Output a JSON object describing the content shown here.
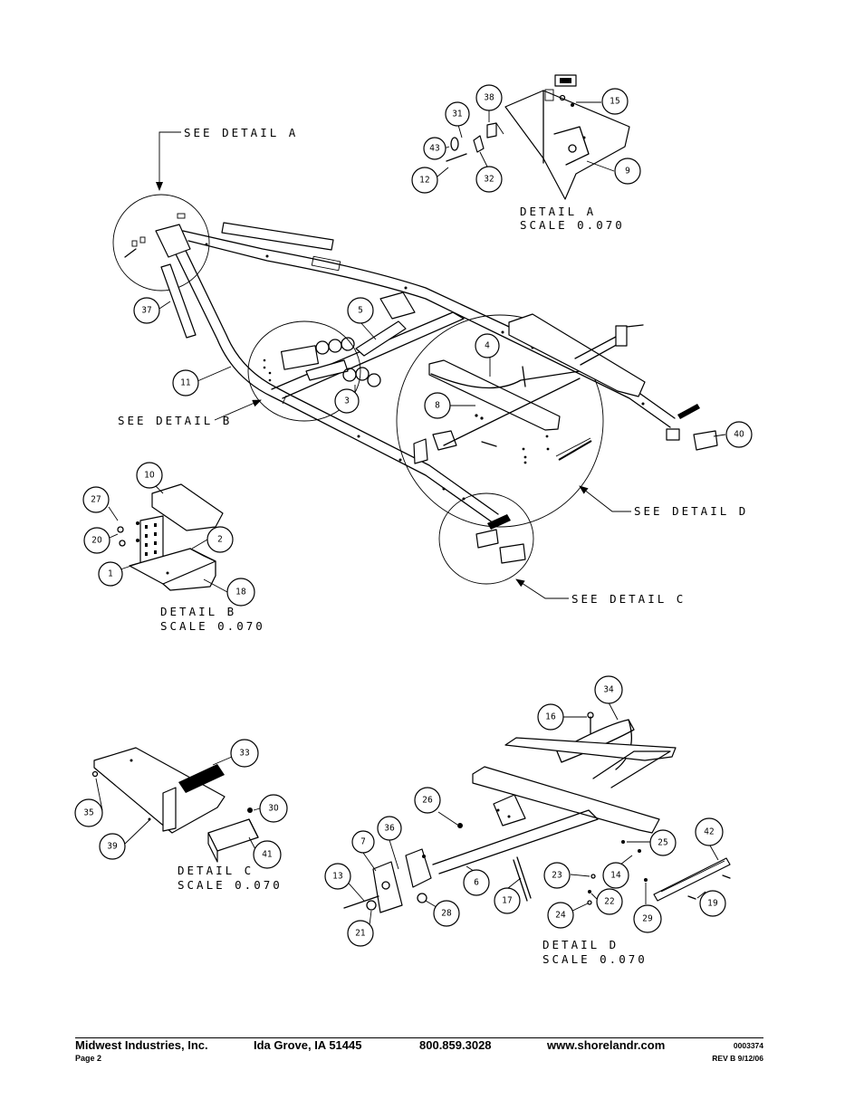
{
  "footer": {
    "company": "Midwest Industries, Inc.",
    "city": "Ida Grove, IA  51445",
    "phone": "800.859.3028",
    "website": "www.shorelandr.com",
    "page": "Page 2",
    "doc_number": "0003374",
    "revision": "REV B  9/12/06"
  },
  "labels": {
    "see_detail_a": "SEE DETAIL  A",
    "see_detail_b": "SEE DETAIL  B",
    "see_detail_c": "SEE DETAIL  C",
    "see_detail_d": "SEE DETAIL  D",
    "detail_a": "DETAIL  A",
    "detail_b": "DETAIL  B",
    "detail_c": "DETAIL  C",
    "detail_d": "DETAIL  D",
    "scale": "SCALE  0.070"
  },
  "callouts": {
    "c1": "1",
    "c2": "2",
    "c3": "3",
    "c4": "4",
    "c5": "5",
    "c6": "6",
    "c7": "7",
    "c8": "8",
    "c9": "9",
    "c10": "10",
    "c11": "11",
    "c12": "12",
    "c13": "13",
    "c14": "14",
    "c15": "15",
    "c16": "16",
    "c17": "17",
    "c18": "18",
    "c19": "19",
    "c20": "20",
    "c21": "21",
    "c22": "22",
    "c23": "23",
    "c24": "24",
    "c25": "25",
    "c26": "26",
    "c27": "27",
    "c28": "28",
    "c29": "29",
    "c30": "30",
    "c31": "31",
    "c32": "32",
    "c33": "33",
    "c34": "34",
    "c35": "35",
    "c36": "36",
    "c37": "37",
    "c38": "38",
    "c39": "39",
    "c40": "40",
    "c41": "41",
    "c42": "42",
    "c43": "43"
  }
}
